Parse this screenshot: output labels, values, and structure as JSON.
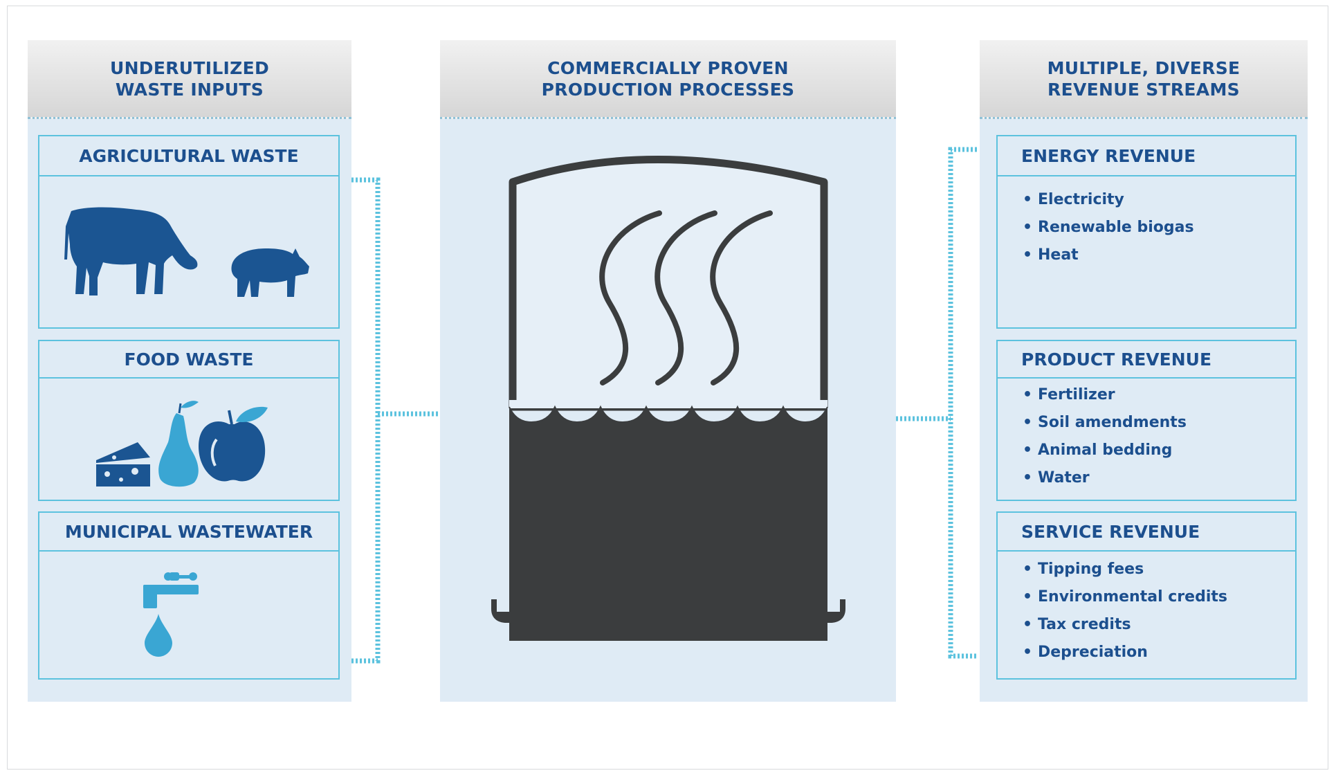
{
  "columns": {
    "inputs": {
      "title": "UNDERUTILIZED\nWASTE INPUTS"
    },
    "processes": {
      "title": "COMMERCIALLY PROVEN\nPRODUCTION PROCESSES"
    },
    "revenue": {
      "title": "MULTIPLE, DIVERSE\nREVENUE STREAMS"
    }
  },
  "inputs": [
    {
      "title": "AGRICULTURAL WASTE",
      "icons": [
        "cow-icon",
        "pig-icon"
      ]
    },
    {
      "title": "FOOD WASTE",
      "icons": [
        "cheese-icon",
        "pear-icon",
        "apple-icon"
      ]
    },
    {
      "title": "MUNICIPAL WASTEWATER",
      "icons": [
        "faucet-icon",
        "water-drop-icon"
      ]
    }
  ],
  "revenue": [
    {
      "title": "ENERGY REVENUE",
      "items": [
        "Electricity",
        "Renewable biogas",
        "Heat"
      ]
    },
    {
      "title": "PRODUCT REVENUE",
      "items": [
        "Fertilizer",
        "Soil amendments",
        "Animal bedding",
        "Water"
      ]
    },
    {
      "title": "SERVICE REVENUE",
      "items": [
        "Tipping fees",
        "Environmental credits",
        "Tax credits",
        "Depreciation"
      ]
    }
  ],
  "colors": {
    "heading": "#1c4f8e",
    "icon_dark": "#1b5592",
    "icon_light": "#3aa6d3",
    "card_border": "#5cc2de",
    "panel_bg": "#dfebf5",
    "digester": "#3b3d3e",
    "connector": "#5cc2de"
  },
  "bullet_symbol": "•"
}
